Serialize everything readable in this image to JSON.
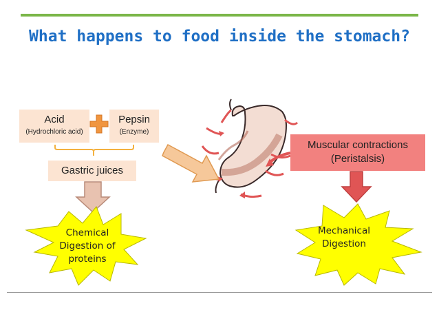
{
  "title": "What happens to food inside the stomach?",
  "boxes": {
    "acid": {
      "main": "Acid",
      "sub": "(Hydrochloric acid)"
    },
    "pepsin": {
      "main": "Pepsin",
      "sub": "(Enzyme)"
    },
    "gastric": "Gastric juices",
    "muscular": {
      "line1": "Muscular contractions",
      "line2": "(Peristalsis)"
    }
  },
  "stars": {
    "chemical": [
      "Chemical",
      "Digestion of",
      "proteins"
    ],
    "mechanical": [
      "Mechanical",
      "Digestion"
    ]
  },
  "colors": {
    "title": "#1f6fc5",
    "rule": "#7ab648",
    "box_fill": "#fce4d2",
    "muscle_box": "#f2817f",
    "star": "#ffff00",
    "plus": "#f0953f",
    "arrow_orange": "#f6c89a",
    "arrow_red": "#e05555"
  },
  "icons": [
    "plus-icon",
    "bracket",
    "stomach-illustration",
    "arrow-down",
    "arrow-diagonal",
    "starburst"
  ]
}
